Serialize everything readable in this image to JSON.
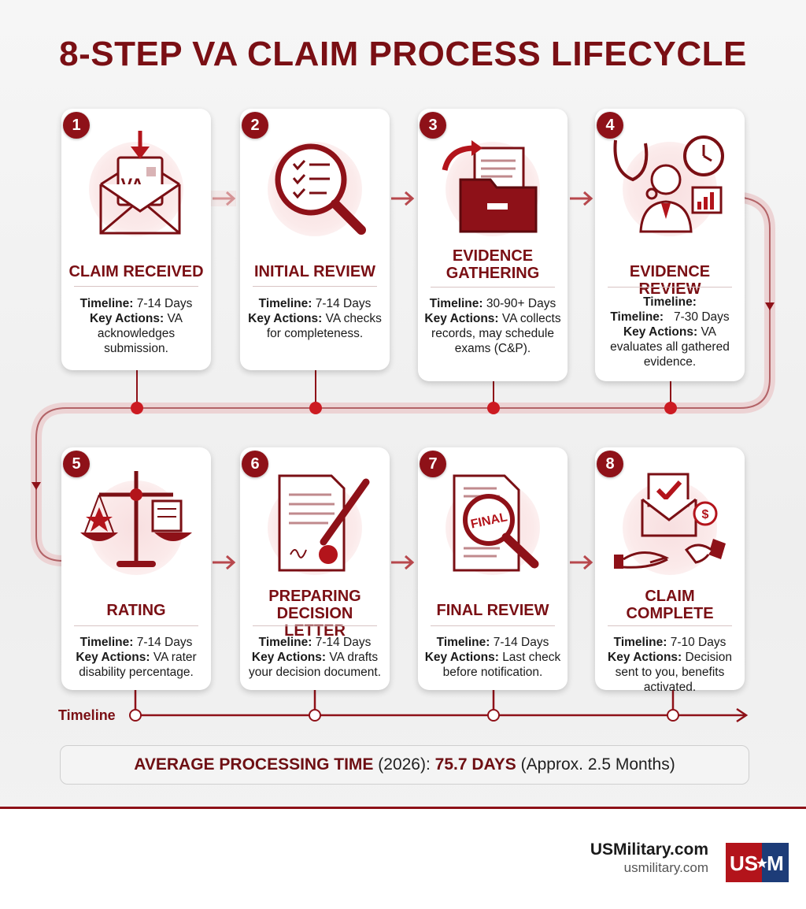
{
  "title": "8-STEP VA CLAIM PROCESS LIFECYCLE",
  "timeline_label": "Timeline",
  "timeline_prefix": "Timeline:",
  "actions_prefix": "Key Actions:",
  "steps": [
    {
      "number": "1",
      "icon": "mail-envelope-icon",
      "badge_text": "VA",
      "title_lines": [
        "CLAIM RECEIVED"
      ],
      "timeline": "7-14 Days",
      "actions_text": "VA acknowledges submission."
    },
    {
      "number": "2",
      "icon": "magnifier-checklist-icon",
      "title_lines": [
        "INITIAL REVIEW"
      ],
      "timeline": "7-14 Days",
      "actions_text": "VA checks for completeness."
    },
    {
      "number": "3",
      "icon": "folder-documents-icon",
      "title_lines": [
        "EVIDENCE",
        "GATHERING"
      ],
      "timeline": "30-90+ Days",
      "actions_text": "VA collects records, may schedule exams (C&P)."
    },
    {
      "number": "4",
      "icon": "doctor-stethoscope-icon",
      "title_lines": [
        "EVIDENCE REVIEW"
      ],
      "extra_line": "Timeline:",
      "timeline": "7-30 Days",
      "actions_text": "VA evaluates all gathered evidence."
    },
    {
      "number": "5",
      "icon": "scales-rating-icon",
      "title_lines": [
        "RATING"
      ],
      "timeline": "7-14 Days",
      "actions_text": "VA rater disability percentage."
    },
    {
      "number": "6",
      "icon": "letter-pen-icon",
      "title_lines": [
        "PREPARING",
        "DECISION LETTER"
      ],
      "timeline": "7-14 Days",
      "actions_text": "VA drafts your decision document."
    },
    {
      "number": "7",
      "icon": "final-document-magnifier-icon",
      "stamp_text": "FINAL",
      "title_lines": [
        "FINAL REVIEW"
      ],
      "timeline": "7-14 Days",
      "actions_text": "Last check before notification."
    },
    {
      "number": "8",
      "icon": "envelope-handshake-icon",
      "title_lines": [
        "CLAIM",
        "COMPLETE"
      ],
      "timeline": "7-10 Days",
      "actions_text": "Decision sent to you, benefits activated."
    }
  ],
  "average": {
    "label": "AVERAGE PROCESSING TIME",
    "year": "(2026):",
    "value": "75.7 DAYS",
    "approx": "(Approx. 2.5 Months)"
  },
  "footer": {
    "brand_name": "USMilitary.com",
    "brand_url": "usmilitary.com",
    "logo_left": "US",
    "logo_right": "M"
  },
  "colors": {
    "primary": "#8e1118",
    "title": "#7a0f14",
    "connector": "#c9a5a7",
    "halo": "#f8dfe0"
  }
}
